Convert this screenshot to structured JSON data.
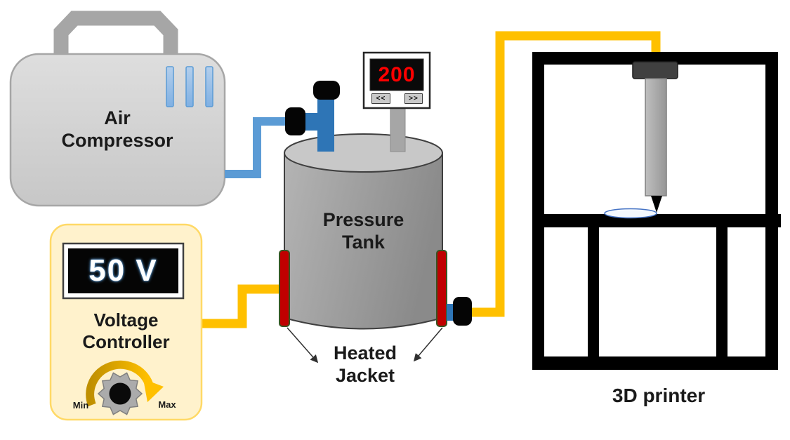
{
  "air_compressor": {
    "label": "Air Compressor"
  },
  "pressure_tank": {
    "label": "Pressure Tank"
  },
  "heated_jacket": {
    "label": "Heated Jacket"
  },
  "printer_3d": {
    "label": "3D printer"
  },
  "temperature_controller": {
    "value": "200",
    "decrease_button": "<<",
    "increase_button": ">>"
  },
  "voltage_controller": {
    "label": "Voltage Controller",
    "display_value": "50 V",
    "knob_min": "Min",
    "knob_max": "Max"
  },
  "colors": {
    "wire_yellow": "#FFC000",
    "pipe_blue": "#5B9BD5",
    "pipe_blue_dark": "#2E75B6",
    "jacket_red": "#C00000",
    "jacket_border": "#375623",
    "temp_red": "#FF0000",
    "panel_cream": "#FFF2CC",
    "panel_border": "#FFD966",
    "metal_gray": "#A6A6A6",
    "frame_black": "#000000",
    "carriage_dark": "#404040"
  }
}
